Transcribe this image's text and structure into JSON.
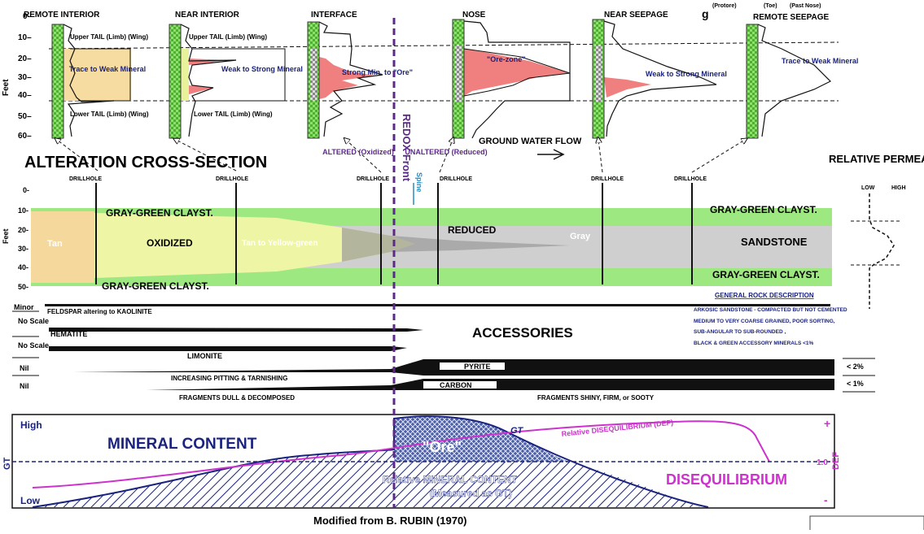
{
  "top_panel": {
    "zone_labels": {
      "remote_interior": "REMOTE INTERIOR",
      "near_interior": "NEAR INTERIOR",
      "interface": "INTERFACE",
      "nose": "NOSE",
      "near_seepage": "NEAR SEEPAGE",
      "remote_seepage": "REMOTE SEEPAGE",
      "protore": "(Protore)",
      "toe": "(Toe)",
      "past_nose": "(Past Nose)",
      "partial_header": "g"
    },
    "depth_axis": {
      "label": "Feet",
      "ticks": [
        "0–",
        "10–",
        "20–",
        "30–",
        "40–",
        "50–",
        "60–"
      ]
    },
    "annotations": {
      "upper_tail": "Upper TAIL (Limb) (Wing)",
      "lower_tail": "Lower TAIL (Limb) (Wing)",
      "trace_to_weak": "Trace to Weak Mineral",
      "weak_to_strong": "Weak to Strong Mineral",
      "strong_min": "Strong Min. to \"Ore\"",
      "ore_zone": "\"Ore-zone\"",
      "weak_to_strong_2": "Weak to Strong Mineral",
      "trace_to_weak_2": "Trace to Weak Mineral",
      "ground_water_flow": "GROUND WATER FLOW",
      "altered": "ALTERED (Oxidized)",
      "unaltered": "UNALTERED (Reduced)",
      "redox_front": "REDOX  Front",
      "spine": "Spine"
    }
  },
  "cross_section": {
    "title": "ALTERATION CROSS-SECTION",
    "drillhole": "DRILLHOLE",
    "relative_permeability": "RELATIVE PERMEABILITY",
    "perm_low": "LOW",
    "perm_high": "HIGH",
    "gray_green_clayst": "GRAY-GREEN CLAYST.",
    "tan": "Tan",
    "oxidized": "OXIDIZED",
    "tan_to_yellow_green": "Tan to Yellow-green",
    "reduced": "REDUCED",
    "gray": "Gray",
    "sandstone": "SANDSTONE",
    "depth_axis": {
      "label": "Feet",
      "ticks": [
        "0-",
        "10-",
        "20-",
        "30-",
        "40-",
        "50-"
      ]
    }
  },
  "accessories": {
    "title": "ACCESSORIES",
    "rows": [
      {
        "scale": "Minor",
        "text": "FELDSPAR altering to KAOLINITE"
      },
      {
        "scale": "No Scale",
        "text": "HEMATITE"
      },
      {
        "scale": "No Scale",
        "text": "LIMONITE"
      },
      {
        "scale": "Nil",
        "text": "INCREASING PITTING & TARNISHING",
        "right_label": "PYRITE",
        "pct": "< 2%"
      },
      {
        "scale": "Nil",
        "text": "FRAGMENTS DULL & DECOMPOSED",
        "right_label": "CARBON",
        "right_text": "FRAGMENTS SHINY, FIRM, or SOOTY",
        "pct": "< 1%"
      }
    ],
    "rock_description_title": "GENERAL ROCK DESCRIPTION",
    "rock_description": [
      "ARKOSIC  SANDSTONE - COMPACTED BUT NOT CEMENTED",
      "MEDIUM TO VERY COARSE GRAINED, POOR SORTING,",
      "SUB-ANGULAR TO SUB-ROUNDED ,",
      "BLACK & GREEN ACCESSORY MINERALS <1%"
    ]
  },
  "bottom_panel": {
    "high": "High",
    "low": "Low",
    "gt_axis": "GT",
    "mineral_content": "MINERAL CONTENT",
    "ore": "\"Ore\"",
    "gt": "GT",
    "relative_disequilibrium": "Relative DISEQUILIBRIUM (DEF)",
    "relative_mineral_content": "Relative  MINERAL CONTENT",
    "measured_as_gt": "(Measured as GT)",
    "disequilibrium": "DISEQUILIBRIUM",
    "def_axis": "DEF",
    "one_point_zero": "1.0",
    "plus": "+",
    "minus": "-"
  },
  "credit": "Modified from B. RUBIN (1970)",
  "colors": {
    "green": "#7ee05a",
    "tan": "#f2d9a0",
    "yellow_green": "#eaf5a0",
    "gray": "#c8c8c8",
    "ore_red": "#f08080",
    "navy": "#1a237e",
    "purple": "#5b2a86",
    "magenta": "#cc33cc"
  }
}
